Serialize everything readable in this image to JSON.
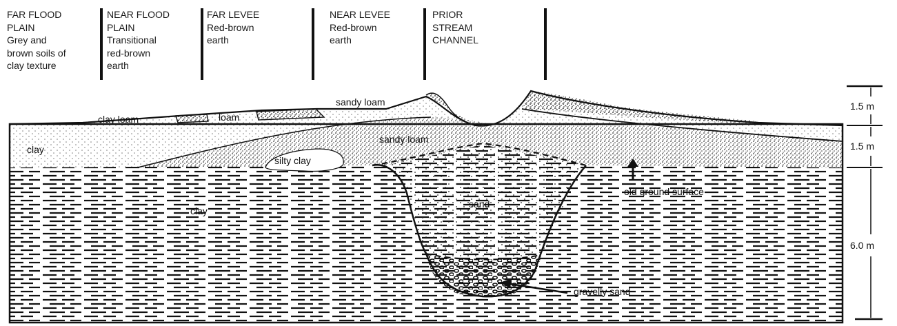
{
  "zones": [
    {
      "lines": [
        "FAR FLOOD",
        "PLAIN",
        "Grey and",
        "brown soils of",
        "clay texture"
      ]
    },
    {
      "lines": [
        "NEAR FLOOD",
        "PLAIN",
        "Transitional",
        "red-brown",
        "earth"
      ]
    },
    {
      "lines": [
        "FAR LEVEE",
        "Red-brown",
        "earth"
      ]
    },
    {
      "lines": [
        "NEAR LEVEE",
        "Red-brown",
        "earth"
      ]
    },
    {
      "lines": [
        "PRIOR",
        "STREAM",
        "CHANNEL"
      ]
    }
  ],
  "labels": {
    "clay_loam": "clay loam",
    "loam": "loam",
    "sandy_loam_top": "sandy loam",
    "sandy_loam_mid": "sandy loam",
    "clay_upper": "clay",
    "silty_clay": "silty clay",
    "clay_lower": "clay",
    "sand": "sand",
    "old_ground_surface": "old ground surface",
    "gravelly_sand": "gravelly sand"
  },
  "scale": {
    "upper": "1.5 m",
    "middle": "1.5 m",
    "lower": "6.0 m"
  }
}
